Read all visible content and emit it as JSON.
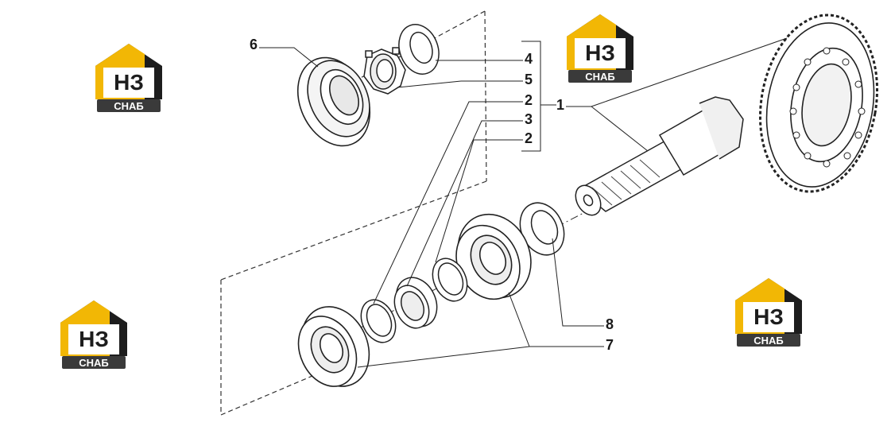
{
  "diagram": {
    "callouts": [
      {
        "id": "c6",
        "label": "6"
      },
      {
        "id": "c4",
        "label": "4"
      },
      {
        "id": "c5",
        "label": "5"
      },
      {
        "id": "c2a",
        "label": "2"
      },
      {
        "id": "c3",
        "label": "3"
      },
      {
        "id": "c2b",
        "label": "2"
      },
      {
        "id": "c1",
        "label": "1"
      },
      {
        "id": "c8",
        "label": "8"
      },
      {
        "id": "c7",
        "label": "7"
      }
    ]
  },
  "watermark": {
    "letters": "НЗ",
    "caption": "СНАБ",
    "colors": {
      "roof": "#f2b705",
      "dark": "#1d1d1d",
      "plate": "#3a3a3a",
      "text": "#ffffff"
    }
  }
}
